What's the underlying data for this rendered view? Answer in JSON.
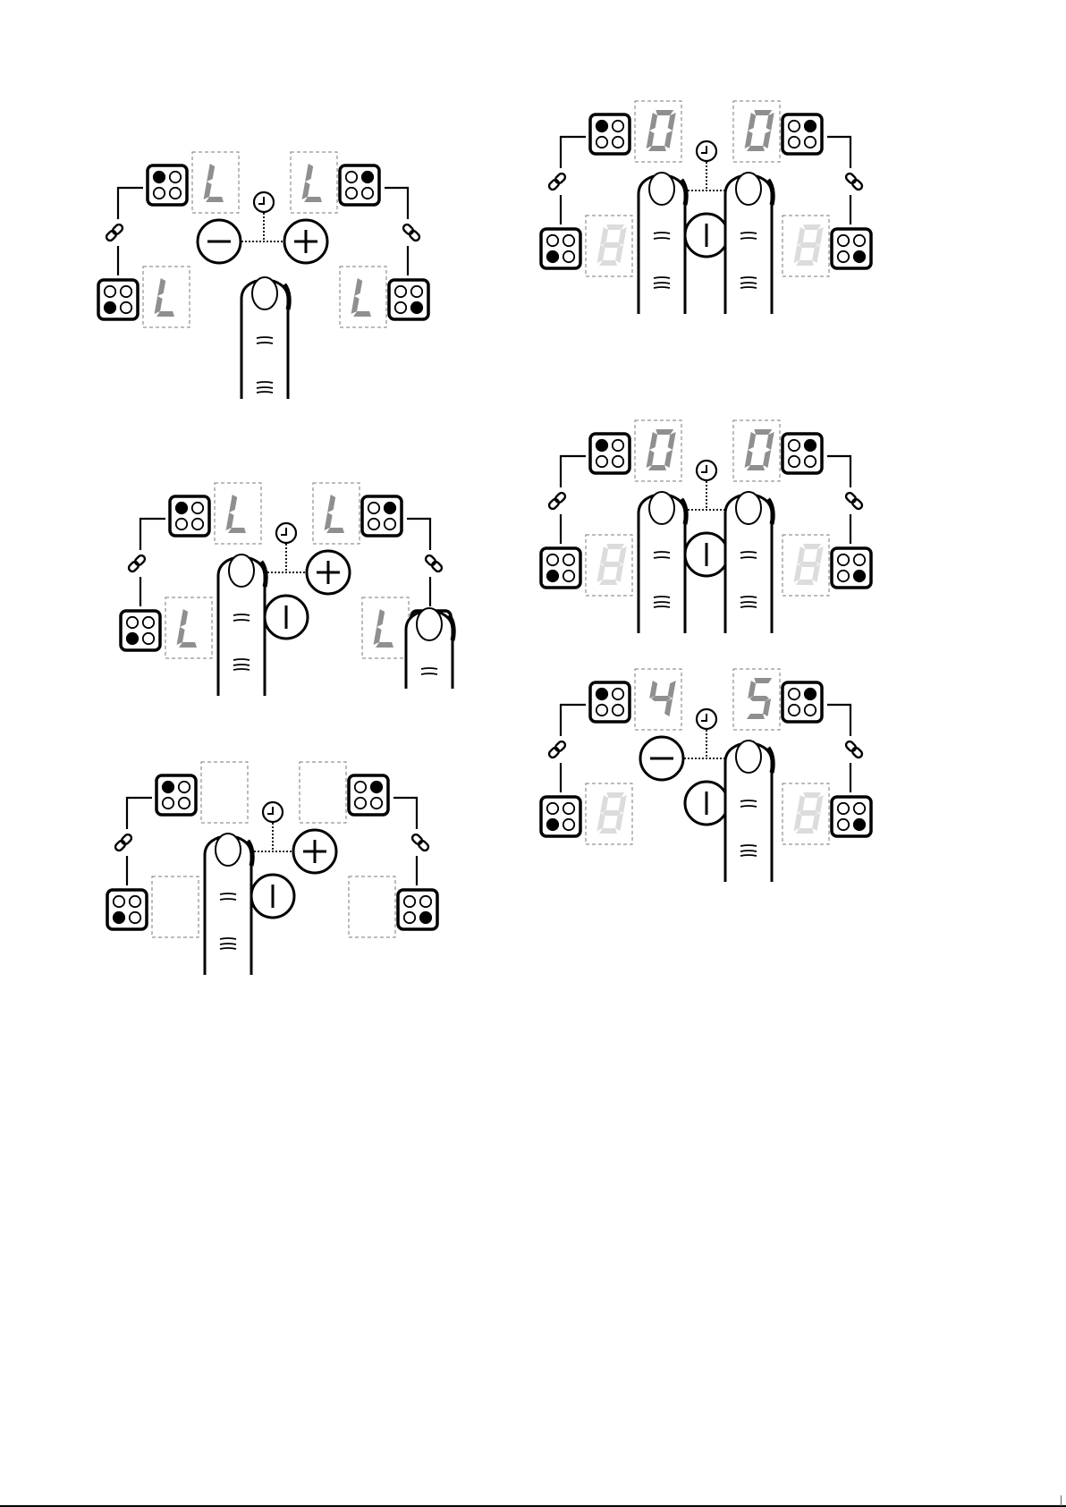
{
  "colors": {
    "ink": "#000000",
    "segment_lit": "#8f8f8f",
    "segment_dim": "#dcdcdc",
    "dash": "#7a7a7a",
    "skin": "#ffffff"
  },
  "panels": [
    {
      "id": "panel-1",
      "displays": {
        "tl": {
          "glyph": "L",
          "style": "lit"
        },
        "tr": {
          "glyph": "L",
          "style": "lit"
        },
        "bl": {
          "glyph": "L",
          "style": "lit"
        },
        "br": {
          "glyph": "L",
          "style": "lit"
        }
      },
      "keys": [
        "minus",
        "plus"
      ],
      "fingers": [
        "center-below"
      ]
    },
    {
      "id": "panel-2",
      "displays": {
        "tl": {
          "glyph": "L",
          "style": "lit"
        },
        "tr": {
          "glyph": "L",
          "style": "lit"
        },
        "bl": {
          "glyph": "L",
          "style": "lit"
        },
        "br": {
          "glyph": "L",
          "style": "lit"
        }
      },
      "keys": [
        "minus",
        "plus",
        "power"
      ],
      "fingers": [
        "on-minus",
        "on-bottom-right-zone"
      ]
    },
    {
      "id": "panel-3",
      "displays": {
        "tl": {
          "glyph": "",
          "style": "off"
        },
        "tr": {
          "glyph": "",
          "style": "off"
        },
        "bl": {
          "glyph": "",
          "style": "off"
        },
        "br": {
          "glyph": "",
          "style": "off"
        }
      },
      "keys": [
        "minus",
        "plus",
        "power"
      ],
      "fingers": [
        "on-minus"
      ]
    },
    {
      "id": "panel-4",
      "displays": {
        "tl": {
          "glyph": "0",
          "style": "lit"
        },
        "tr": {
          "glyph": "0",
          "style": "lit"
        },
        "bl": {
          "glyph": "8",
          "style": "dim"
        },
        "br": {
          "glyph": "8",
          "style": "dim"
        }
      },
      "keys": [
        "minus",
        "plus",
        "power"
      ],
      "fingers": [
        "on-minus",
        "on-plus"
      ]
    },
    {
      "id": "panel-5",
      "displays": {
        "tl": {
          "glyph": "0",
          "style": "lit"
        },
        "tr": {
          "glyph": "0",
          "style": "lit"
        },
        "bl": {
          "glyph": "8",
          "style": "dim"
        },
        "br": {
          "glyph": "8",
          "style": "dim"
        }
      },
      "keys": [
        "minus",
        "plus",
        "power"
      ],
      "fingers": [
        "on-minus",
        "on-plus"
      ]
    },
    {
      "id": "panel-6",
      "displays": {
        "tl": {
          "glyph": "4",
          "style": "lit"
        },
        "tr": {
          "glyph": "5",
          "style": "lit"
        },
        "bl": {
          "glyph": "8",
          "style": "dim"
        },
        "br": {
          "glyph": "8",
          "style": "dim"
        }
      },
      "keys": [
        "minus",
        "plus",
        "power"
      ],
      "fingers": [
        "on-plus"
      ]
    }
  ]
}
